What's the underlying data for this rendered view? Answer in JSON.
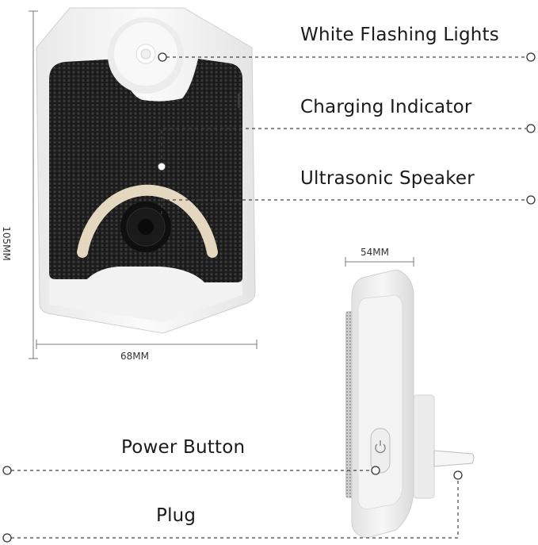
{
  "callouts": {
    "white_flashing_lights": "White Flashing Lights",
    "charging_indicator": "Charging Indicator",
    "ultrasonic_speaker": "Ultrasonic Speaker",
    "power_button": "Power Button",
    "plug": "Plug"
  },
  "dimensions": {
    "height": "105MM",
    "width": "68MM",
    "depth": "54MM"
  },
  "colors": {
    "body": "#f4f4f4",
    "grille": "#1c1c1c",
    "led_arc": "#efe2c8",
    "line": "#444444"
  },
  "icons": {
    "power": "power-icon"
  }
}
